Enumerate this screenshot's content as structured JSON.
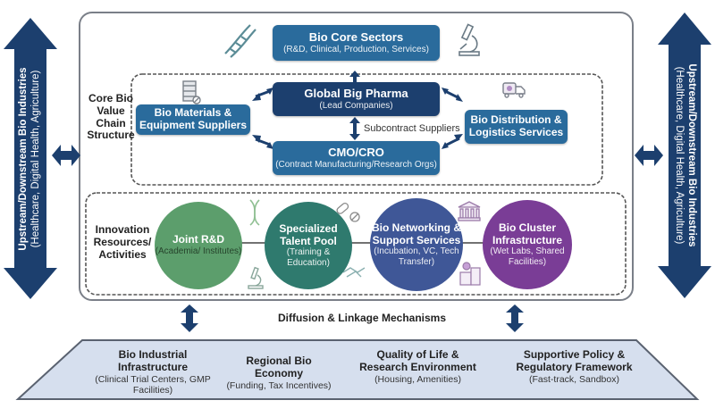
{
  "side_arrows": {
    "left": {
      "title": "Upstream/Downstream Bio Industries",
      "subtitle": "(Healthcare, Digital Health, Agriculture)"
    },
    "right": {
      "title": "Upstream/Downstream Bio Industries",
      "subtitle": "(Healthcare, Digital Health, Agriculture)"
    }
  },
  "core_sectors": {
    "title": "Bio Core Sectors",
    "subtitle": "(R&D, Clinical, Production, Services)"
  },
  "value_chain": {
    "label": "Core Bio Value Chain Structure",
    "big_pharma": {
      "title": "Global Big Pharma",
      "subtitle": "(Lead Companies)"
    },
    "cmo_cro": {
      "title": "CMO/CRO",
      "subtitle": "(Contract Manufacturing/Research Orgs)"
    },
    "materials": {
      "title": "Bio Materials & Equipment Suppliers"
    },
    "distribution": {
      "title": "Bio Distribution & Logistics Services"
    },
    "subcontract_label": "Subcontract Suppliers"
  },
  "innovation": {
    "label": "Innovation Resources/ Activities",
    "nodes": [
      {
        "title": "Joint R&D",
        "subtitle": "(Academia/ Institutes)",
        "color": "#5c9e6c"
      },
      {
        "title": "Specialized Talent Pool",
        "subtitle": "(Training & Education)",
        "color": "#2f7a6e"
      },
      {
        "title": "Bio Networking & Support Services",
        "subtitle": "(Incubation, VC, Tech Transfer)",
        "color": "#3f5797"
      },
      {
        "title": "Bio Cluster Infrastructure",
        "subtitle": "(Wet Labs, Shared Facilities)",
        "color": "#7a3d96"
      }
    ]
  },
  "diffusion_label": "Diffusion & Linkage Mechanisms",
  "foundation": {
    "items": [
      {
        "title": "Bio Industrial Infrastructure",
        "subtitle": "(Clinical Trial Centers, GMP Facilities)"
      },
      {
        "title": "Regional Bio Economy",
        "subtitle": "(Funding, Tax Incentives)"
      },
      {
        "title": "Quality of Life & Research Environment",
        "subtitle": "(Housing, Amenities)"
      },
      {
        "title": "Supportive Policy & Regulatory Framework",
        "subtitle": "(Fast-track, Sandbox)"
      }
    ]
  },
  "colors": {
    "navy": "#1c3f6e",
    "blue": "#2a6b9c",
    "base_fill": "#d6dfee"
  }
}
